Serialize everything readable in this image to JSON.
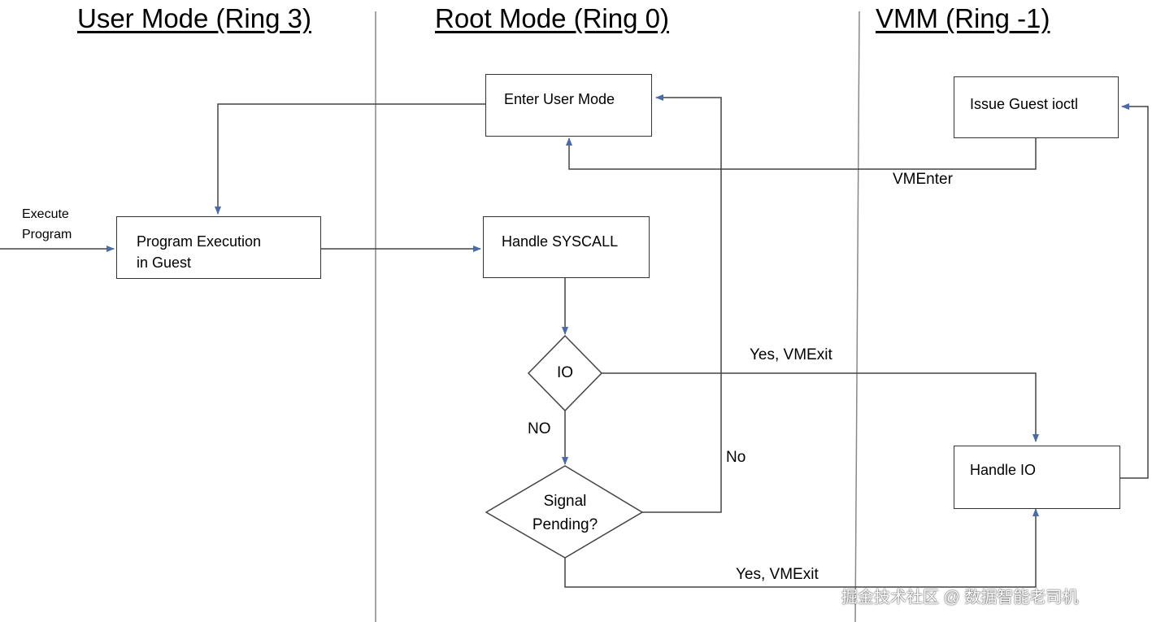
{
  "lanes": {
    "user": "User Mode (Ring 3)",
    "root": "Root Mode (Ring 0)",
    "vmm": "VMM (Ring -1)"
  },
  "nodes": {
    "execute_program": "Execute\nProgram",
    "program_execution": "Program Execution\nin Guest",
    "enter_user_mode": "Enter User Mode",
    "handle_syscall": "Handle SYSCALL",
    "io_decision": "IO",
    "signal_pending": "Signal\nPending?",
    "issue_guest_ioctl": "Issue Guest ioctl",
    "handle_io": "Handle IO"
  },
  "edge_labels": {
    "vmenter": "VMEnter",
    "io_yes": "Yes, VMExit",
    "io_no": "NO",
    "signal_no": "No",
    "signal_yes": "Yes, VMExit"
  },
  "watermark": "掘金技术社区 @ 数据智能老司机",
  "colors": {
    "arrow": "#4a6aa8",
    "line": "#444444",
    "box_border": "#333333"
  }
}
